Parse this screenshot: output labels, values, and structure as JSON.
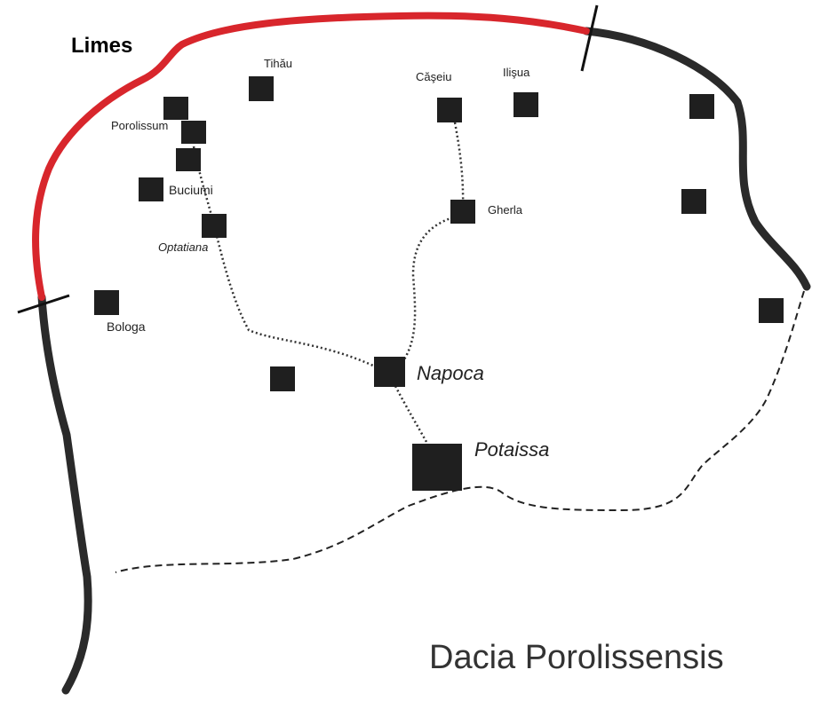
{
  "title": "Dacia Porolissensis",
  "limes_label": "Limes",
  "colors": {
    "limes": "#d8262c",
    "border": "#2a2a2a",
    "fort": "#1f1f1f"
  },
  "places": {
    "tihau": "Tihău",
    "caseiu": "Căşeiu",
    "ilisua": "Ilişua",
    "porolissum": "Porolissum",
    "buciumi": "Buciumi",
    "optatiana": "Optatiana",
    "gherla": "Gherla",
    "bologa": "Bologa",
    "napoca": "Napoca",
    "potaissa": "Potaissa"
  }
}
